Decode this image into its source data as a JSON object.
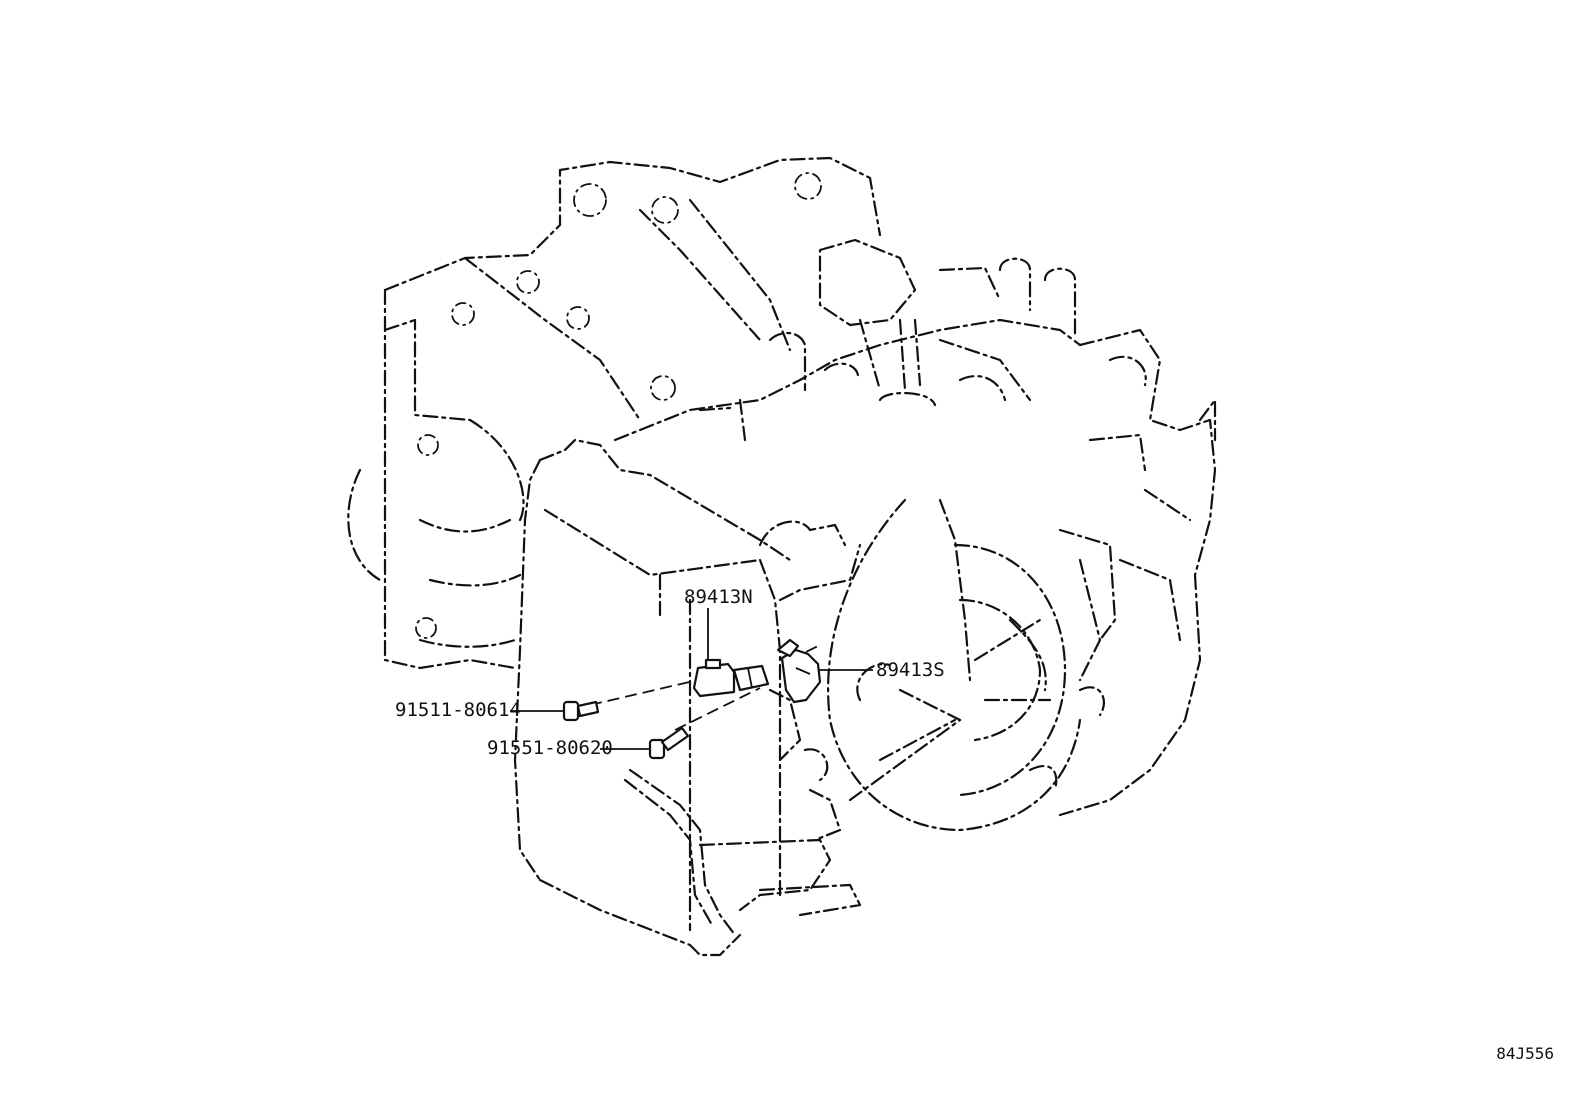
{
  "diagram_id": "84J556",
  "callouts": [
    {
      "part_number": "89413N"
    },
    {
      "part_number": "89413S"
    },
    {
      "part_number": "91511-80614"
    },
    {
      "part_number": "91551-80620"
    }
  ]
}
